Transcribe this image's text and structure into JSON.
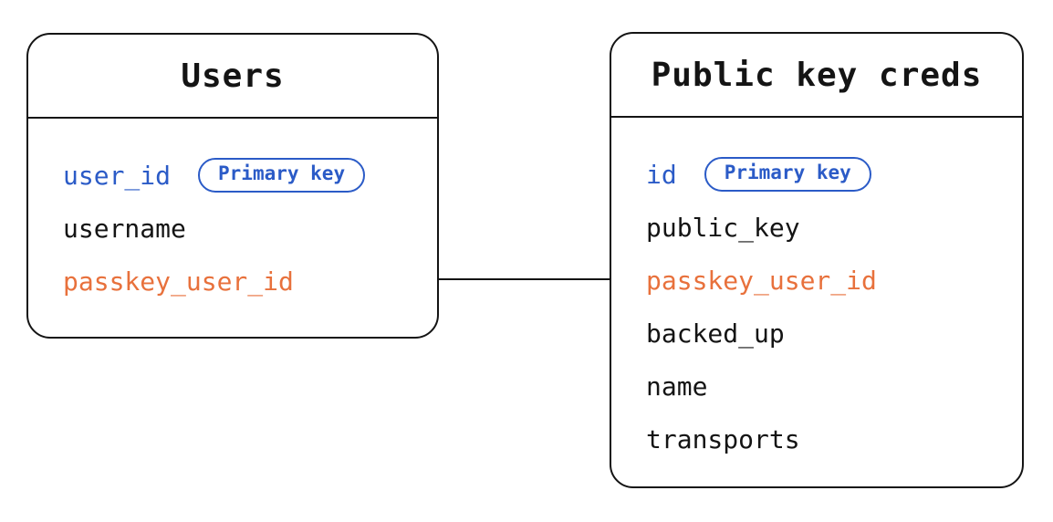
{
  "colors": {
    "accent_blue": "#2b5bc7",
    "accent_orange": "#e8713c",
    "stroke": "#141414",
    "text": "#141414",
    "background": "#ffffff"
  },
  "tables": [
    {
      "title": "Users",
      "fields": [
        {
          "name": "user_id",
          "emphasis": "blue",
          "badge": "Primary key"
        },
        {
          "name": "username",
          "emphasis": "none",
          "badge": null
        },
        {
          "name": "passkey_user_id",
          "emphasis": "orange",
          "badge": null
        }
      ]
    },
    {
      "title": "Public key creds",
      "fields": [
        {
          "name": "id",
          "emphasis": "blue",
          "badge": "Primary key"
        },
        {
          "name": "public_key",
          "emphasis": "none",
          "badge": null
        },
        {
          "name": "passkey_user_id",
          "emphasis": "orange",
          "badge": null
        },
        {
          "name": "backed_up",
          "emphasis": "none",
          "badge": null
        },
        {
          "name": "name",
          "emphasis": "none",
          "badge": null
        },
        {
          "name": "transports",
          "emphasis": "none",
          "badge": null
        }
      ]
    }
  ],
  "relationship": {
    "from_table": "Users",
    "from_field": "passkey_user_id",
    "to_table": "Public key creds",
    "to_field": "passkey_user_id"
  }
}
